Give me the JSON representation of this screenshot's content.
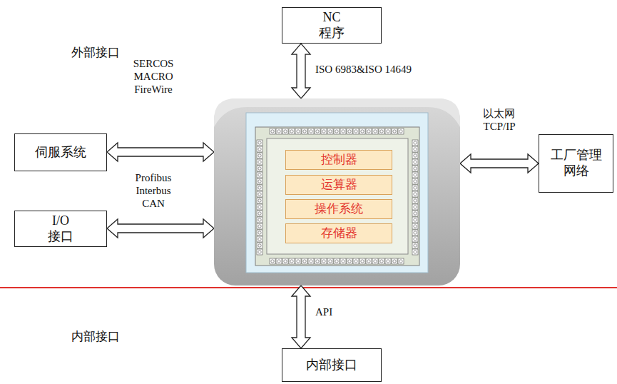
{
  "diagram": {
    "nodes": [
      {
        "text": [
          "NC 程序"
        ]
      },
      {
        "text": []
      },
      {
        "text": [
          "控制器"
        ],
        "in": 1
      },
      {
        "text": [
          "运算器"
        ],
        "in": 1
      },
      {
        "text": [
          "操作系统"
        ],
        "in": 1
      },
      {
        "text": [
          "存储器"
        ],
        "in": 1
      },
      {
        "text": [
          "伺服系统"
        ]
      },
      {
        "text": [
          "I/O 接口"
        ]
      },
      {
        "text": [
          "工厂管理 网络"
        ]
      },
      {
        "text": [
          "内部接口"
        ]
      }
    ],
    "edges": [
      {
        "from": 0,
        "to": 1,
        "arrow": "both",
        "label": "ISO 6983&ISO 14649"
      },
      {
        "from": 6,
        "to": 1,
        "arrow": "both",
        "label": "SERCOS MACRO FireWire"
      },
      {
        "from": 7,
        "to": 1,
        "arrow": "both",
        "label": "Profibus Interbus CAN"
      },
      {
        "from": 1,
        "to": 8,
        "arrow": "both",
        "label": "以太网 TCP/IP"
      },
      {
        "from": 1,
        "to": 9,
        "arrow": "both",
        "label": "API"
      }
    ],
    "labels": [
      "外部接口",
      "内部接口"
    ]
  }
}
